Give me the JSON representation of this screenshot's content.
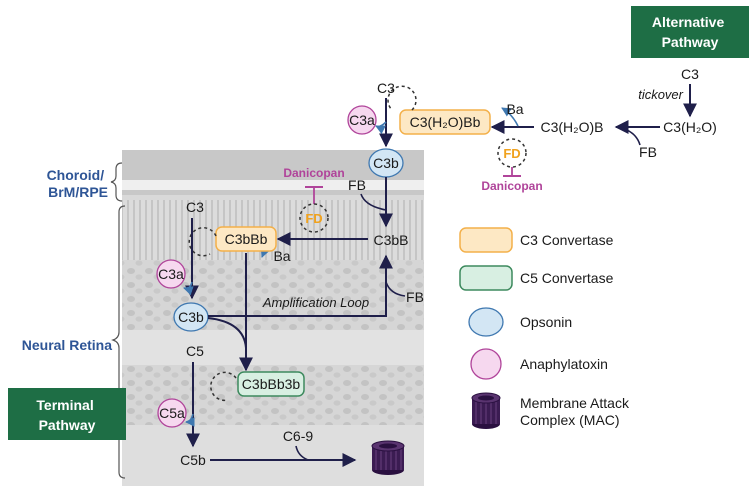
{
  "pathways": {
    "alternative": [
      "Alternative",
      "Pathway"
    ],
    "terminal": [
      "Terminal",
      "Pathway"
    ]
  },
  "regions": {
    "choroid": [
      "Choroid/",
      "BrM/RPE"
    ],
    "neural_retina": "Neural Retina"
  },
  "alt": {
    "c3": "C3",
    "tickover": "tickover",
    "c3h2o": "C3(H₂O)",
    "fb": "FB",
    "c3h2ob": "C3(H₂O)B",
    "ba": "Ba",
    "fd": "FD",
    "danicopan": "Danicopan",
    "c3h2obb": "C3(H₂O)Bb",
    "c3_top": "C3",
    "c3a": "C3a",
    "c3b": "C3b"
  },
  "amp": {
    "fb_left": "FB",
    "c3bb": "C3bB",
    "danicopan": "Danicopan",
    "fd": "FD",
    "ba": "Ba",
    "c3bbb": "C3bBb",
    "c3": "C3",
    "c3a": "C3a",
    "c3b": "C3b",
    "loop": "Amplification Loop",
    "fb_right": "FB"
  },
  "terminal": {
    "c5": "C5",
    "c3bbb3b": "C3bBb3b",
    "c5a": "C5a",
    "c5b": "C5b",
    "c6_9": "C6-9"
  },
  "legend": [
    {
      "label": "C3 Convertase",
      "icon": "c3-convertase-icon"
    },
    {
      "label": "C5 Convertase",
      "icon": "c5-convertase-icon"
    },
    {
      "label": "Opsonin",
      "icon": "opsonin-icon"
    },
    {
      "label": "Anaphylatoxin",
      "icon": "anaphylatoxin-icon"
    },
    {
      "label": [
        "Membrane Attack",
        "Complex (MAC)"
      ],
      "icon": "mac-icon"
    }
  ],
  "colors": {
    "pathway_box": "#1e6e45",
    "region_text": "#2e5596",
    "arrow": "#1f1f4a",
    "c3_convertase_fill": "#fde8c4",
    "c3_convertase_stroke": "#f3b04a",
    "c5_convertase_fill": "#d8efe2",
    "c5_convertase_stroke": "#3d8a5e",
    "opsonin_fill": "#d3e6f4",
    "opsonin_stroke": "#3f78b0",
    "anaphylatoxin_fill": "#f6d8ef",
    "anaphylatoxin_stroke": "#b0449a",
    "danicopan": "#b0449a",
    "fd": "#f0a21e",
    "mac": "#3b1c52"
  }
}
